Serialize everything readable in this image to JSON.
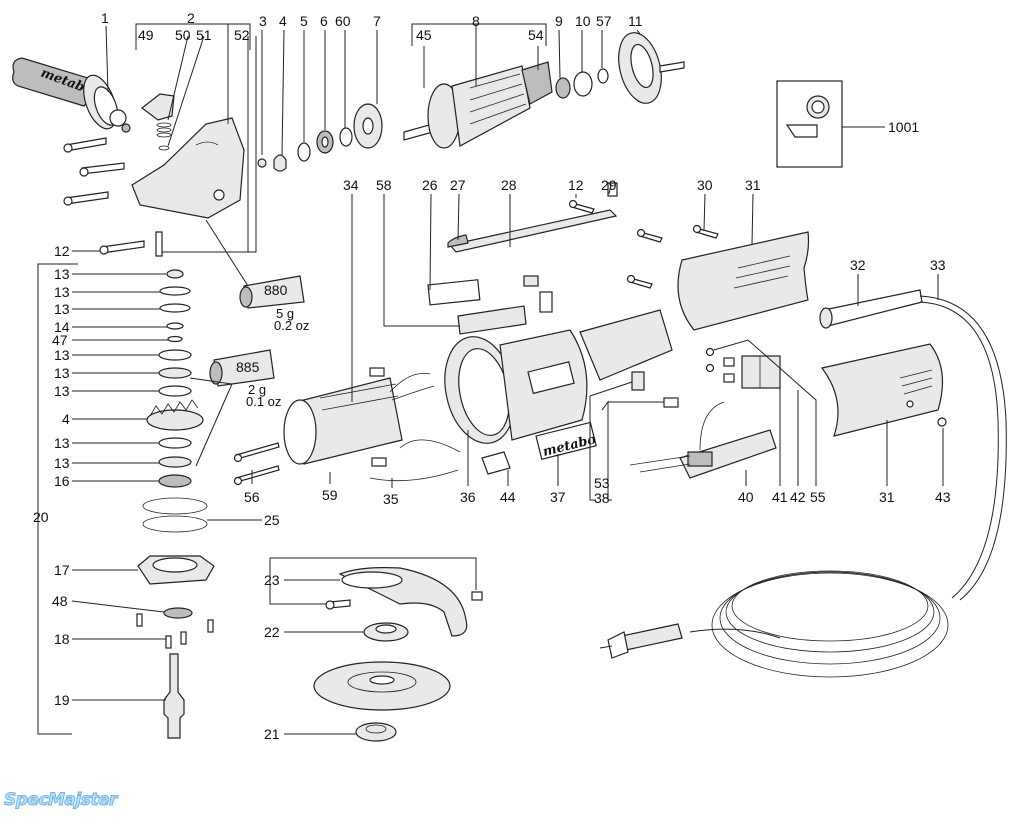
{
  "diagram": {
    "title": "Angle grinder exploded parts diagram",
    "brand_marks": [
      "metabo",
      "metabo"
    ],
    "grease_tubes": [
      {
        "code": "880",
        "weight": "5 g",
        "weight_imperial": "0.2 oz"
      },
      {
        "code": "885",
        "weight": "2 g",
        "weight_imperial": "0.1 oz"
      }
    ],
    "inset": {
      "label": "1001"
    },
    "watermark": "SpecMajster",
    "labels": {
      "top": [
        "1",
        "2",
        "49",
        "50",
        "51",
        "52",
        "3",
        "4",
        "5",
        "6",
        "60",
        "7",
        "8",
        "45",
        "54",
        "9",
        "10",
        "57",
        "11"
      ],
      "middle": [
        "34",
        "58",
        "26",
        "27",
        "28",
        "12",
        "29",
        "30",
        "31",
        "32",
        "33"
      ],
      "left_stack": [
        "12",
        "13",
        "13",
        "13",
        "14",
        "47",
        "13",
        "13",
        "13",
        "4",
        "13",
        "13",
        "16",
        "20",
        "25",
        "17",
        "48",
        "18",
        "19"
      ],
      "guard_group": [
        "23",
        "22",
        "21"
      ],
      "bottom_row": [
        "59",
        "35",
        "36",
        "44",
        "37",
        "53",
        "38",
        "40",
        "41",
        "42",
        "55",
        "31",
        "43",
        "56"
      ]
    }
  }
}
